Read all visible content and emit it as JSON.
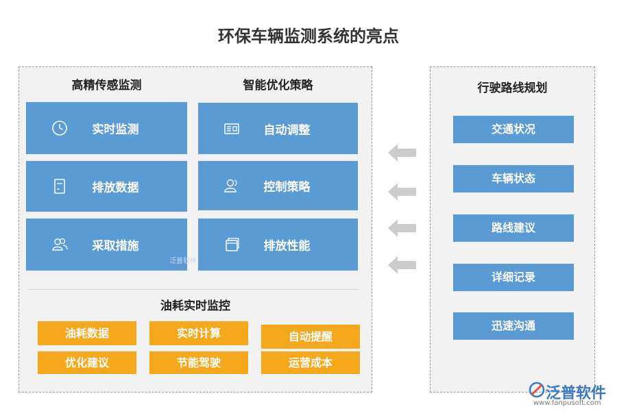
{
  "title": "环保车辆监测系统的亮点",
  "colors": {
    "blue": "#5b9bd5",
    "orange": "#f5a81c",
    "arrow": "#cccccc"
  },
  "left_panel": {
    "col1": {
      "heading": "高精传感监测",
      "items": [
        {
          "label": "实时监测",
          "icon": "clock-icon"
        },
        {
          "label": "排放数据",
          "icon": "document-icon"
        },
        {
          "label": "采取措施",
          "icon": "users-icon"
        }
      ]
    },
    "col2": {
      "heading": "智能优化策略",
      "items": [
        {
          "label": "自动调整",
          "icon": "id-card-icon"
        },
        {
          "label": "控制策略",
          "icon": "user-icon"
        },
        {
          "label": "排放性能",
          "icon": "windows-icon"
        }
      ]
    },
    "fuel": {
      "heading": "油耗实时监控",
      "items": [
        "油耗数据",
        "实时计算",
        "自动提醒",
        "优化建议",
        "节能驾驶",
        "运营成本"
      ]
    }
  },
  "right_panel": {
    "heading": "行驶路线规划",
    "items": [
      "交通状况",
      "车辆状态",
      "路线建议",
      "详细记录",
      "迅速沟通"
    ]
  },
  "arrows": [
    "arrow-left-icon",
    "arrow-left-icon",
    "arrow-left-icon",
    "arrow-left-icon"
  ],
  "watermark": {
    "center": "泛普软件",
    "brand": "泛普软件",
    "url": "www.fanpusoft.com"
  }
}
